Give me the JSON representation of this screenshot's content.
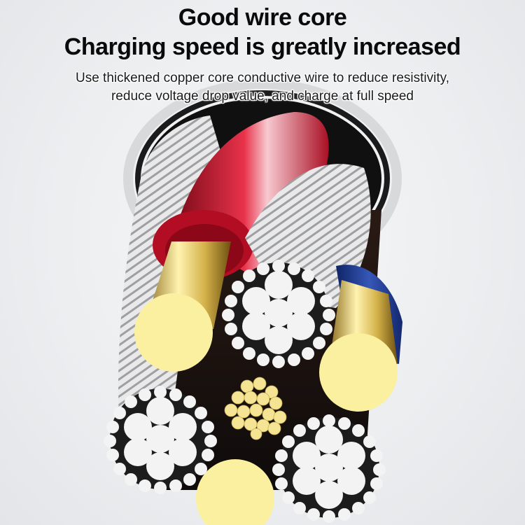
{
  "heading": {
    "line1": "Good wire core",
    "line2": "Charging speed is greatly increased"
  },
  "description": {
    "line1": "Use thickened copper core conductive wire to reduce resistivity,",
    "line2": "reduce voltage drop value, and charge at full speed"
  },
  "illustration": {
    "subject": "cable cross-section",
    "colors": {
      "background": "#eceef0",
      "copper_core": "#fbefa0",
      "red_insulation": "#c8102e",
      "blue_insulation": "#1f3f94",
      "silver_strands": "#f2f2f2",
      "dark_fill": "#1c1c1c"
    }
  }
}
